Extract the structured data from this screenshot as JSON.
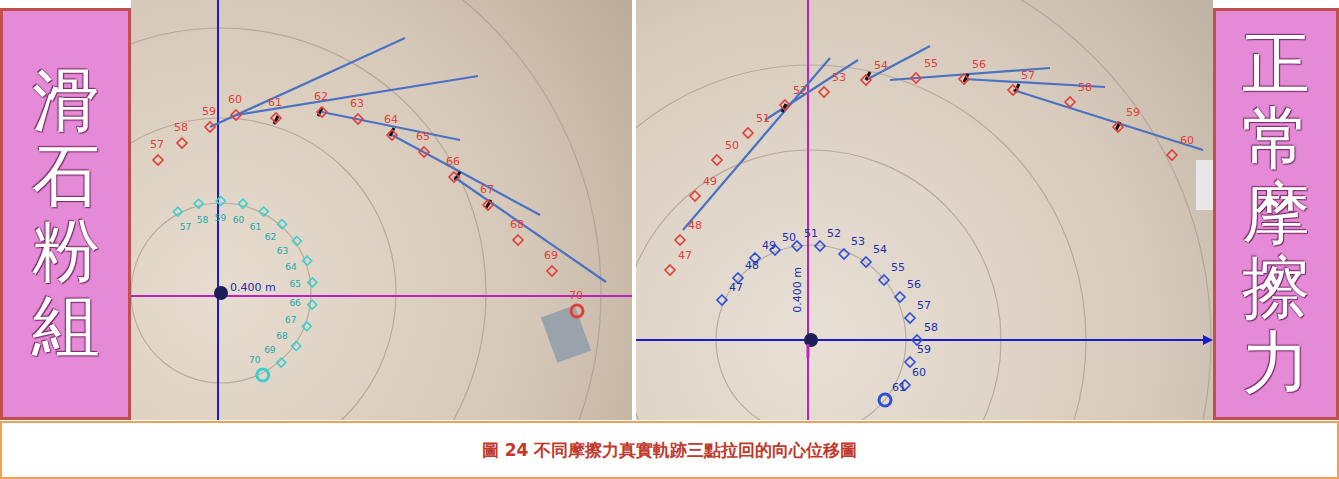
{
  "diagram": {
    "caption": "圖 24 不同摩擦力真實軌跡三點拉回的向心位移圖",
    "nodes": [
      {
        "text": [
          "滑石粉組"
        ]
      },
      {
        "text": [
          "正常摩擦力"
        ]
      }
    ],
    "labels": [
      "57",
      "58",
      "59",
      "60",
      "61",
      "62",
      "63",
      "64",
      "65",
      "66",
      "67",
      "68",
      "69",
      "70",
      "57",
      "58",
      "59",
      "60",
      "61",
      "62",
      "63",
      "64",
      "65",
      "66",
      "67",
      "68",
      "69",
      "70",
      "0.400 m",
      "47",
      "48",
      "49",
      "50",
      "51",
      "52",
      "53",
      "54",
      "55",
      "56",
      "57",
      "58",
      "59",
      "60",
      "47",
      "48",
      "49",
      "50",
      "51",
      "52",
      "53",
      "54",
      "55",
      "56",
      "57",
      "58",
      "59",
      "60",
      "61",
      "0.400 m"
    ]
  }
}
